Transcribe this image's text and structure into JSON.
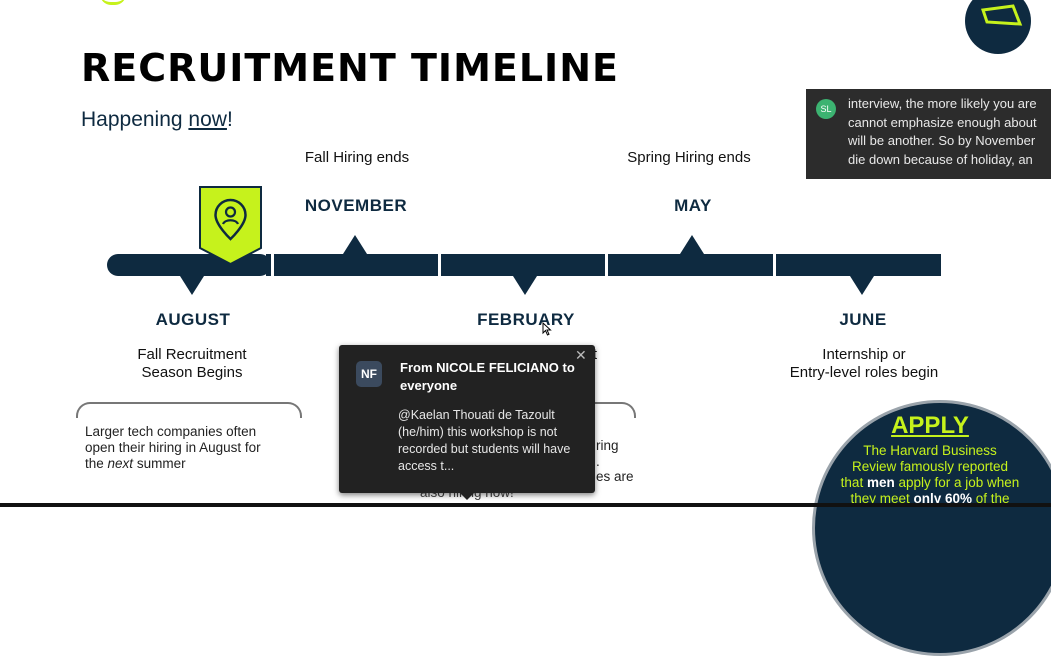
{
  "slide": {
    "title": "RECRUITMENT TIMELINE",
    "subtitle_prefix": "Happening ",
    "subtitle_link": "now",
    "subtitle_suffix": "!"
  },
  "timeline": {
    "upper_labels": [
      {
        "label": "Fall Hiring ends",
        "month": "NOVEMBER"
      },
      {
        "label": "Spring Hiring ends",
        "month": "MAY"
      }
    ],
    "lower_months": [
      {
        "month": "AUGUST",
        "desc_line1": "Fall Recruitment",
        "desc_line2": "Season Begins"
      },
      {
        "month": "FEBRUARY",
        "desc_line1": "t",
        "desc_line2": ""
      },
      {
        "month": "JUNE",
        "desc_line1": "Internship or",
        "desc_line2": "Entry-level roles begin"
      }
    ],
    "notes": {
      "august_line1": "Larger tech companies often",
      "august_line2": "open their hiring in August for",
      "august_line3_prefix": "the ",
      "august_line3_italic": "next",
      "august_line3_suffix": " summer",
      "feb_fragment1": "ring",
      "feb_fragment2": ".",
      "feb_fragment3": "es are",
      "feb_fragment4": "also hiring now!"
    },
    "current_marker_icon": "person-location-pin-icon"
  },
  "chat_popup": {
    "avatar_initials": "NF",
    "from_line": "From NICOLE FELICIANO to everyone",
    "message": "@Kaelan Thouati de Tazoult (he/him) this workshop is not recorded but students will have access t...",
    "close_icon": "close-icon"
  },
  "transcript": {
    "badge": "SL",
    "lines": [
      "interview, the more likely you are",
      "cannot emphasize enough about",
      "will be another. So by November",
      "die down because of holiday, an"
    ]
  },
  "apply_box": {
    "title": "APPLY",
    "line1": "The Harvard Business",
    "line2": "Review famously reported",
    "line3_prefix": "that ",
    "line3_bold": "men",
    "line3_suffix": " apply for a job when",
    "line4_prefix": "they meet ",
    "line4_bold": "only 60%",
    "line4_suffix": " of the"
  },
  "colors": {
    "navy": "#0e2a40",
    "lime": "#c6f21c",
    "popup_bg": "#222222"
  }
}
